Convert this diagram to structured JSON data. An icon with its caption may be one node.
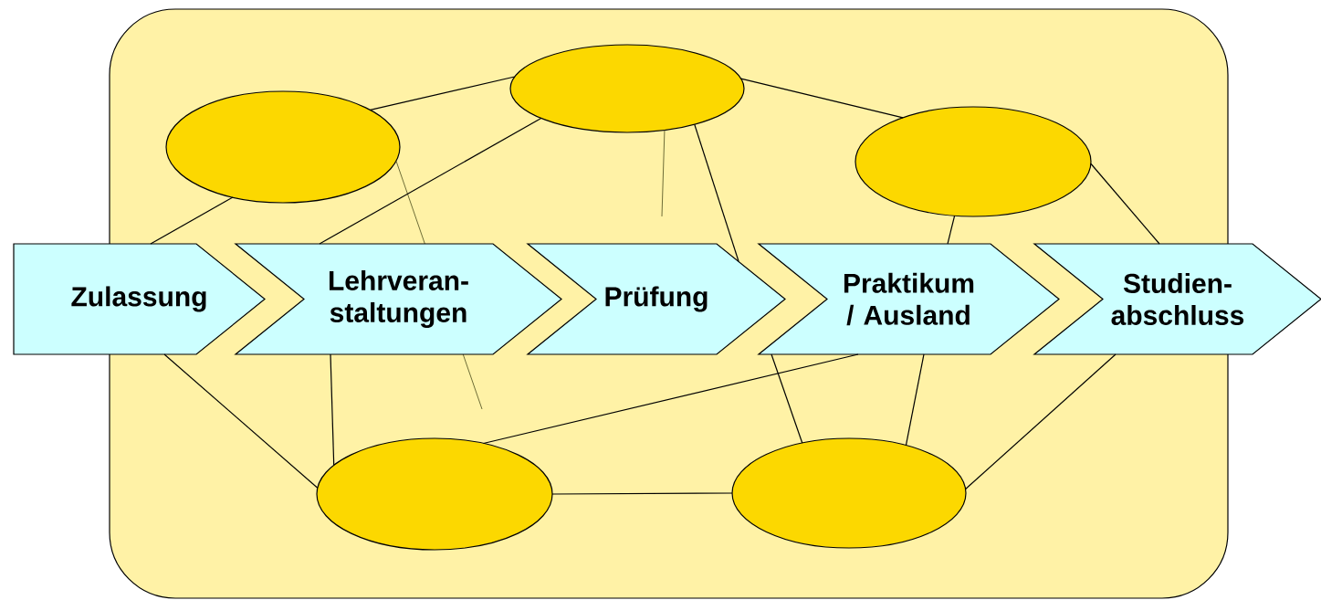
{
  "diagram": {
    "nodes": [
      {
        "text": [],
        "shape": "box"
      },
      {
        "text": [],
        "shape": "ellipse",
        "in": 0
      },
      {
        "text": [],
        "shape": "ellipse",
        "in": 0
      },
      {
        "text": [],
        "shape": "ellipse",
        "in": 0
      },
      {
        "text": [
          "Zulassung"
        ]
      },
      {
        "text": [
          "Lehrveran- staltungen"
        ],
        "in": 0
      },
      {
        "text": [
          "Prüfung"
        ],
        "in": 0
      },
      {
        "text": [
          "Praktikum / Ausland"
        ],
        "in": 0
      },
      {
        "text": [
          "Studien- abschluss"
        ]
      },
      {
        "text": [],
        "shape": "ellipse",
        "in": 0
      },
      {
        "text": [],
        "shape": "ellipse",
        "in": 0
      }
    ],
    "edges": [
      {
        "from": 2,
        "to": 1,
        "arrow": "none"
      },
      {
        "from": 1,
        "to": 3,
        "arrow": "none"
      },
      {
        "from": 2,
        "to": 4,
        "arrow": "none"
      },
      {
        "from": 1,
        "to": 5,
        "arrow": "none"
      },
      {
        "from": 2,
        "to": null,
        "arrow": "none",
        "color": "#5e5e2a"
      },
      {
        "from": 1,
        "to": null,
        "arrow": "none",
        "color": "#5e5e2a"
      },
      {
        "from": 1,
        "to": 6,
        "arrow": "none"
      },
      {
        "from": 3,
        "to": 7,
        "arrow": "none"
      },
      {
        "from": 3,
        "to": 8,
        "arrow": "none"
      },
      {
        "from": 4,
        "to": 9,
        "arrow": "none"
      },
      {
        "from": 5,
        "to": 9,
        "arrow": "none"
      },
      {
        "from": 9,
        "to": 7,
        "arrow": "none"
      },
      {
        "from": 9,
        "to": 10,
        "arrow": "none"
      },
      {
        "from": 8,
        "to": 10,
        "arrow": "none"
      },
      {
        "from": 7,
        "to": 10,
        "arrow": "none"
      },
      {
        "from": 7,
        "to": 10,
        "arrow": "none"
      }
    ]
  }
}
